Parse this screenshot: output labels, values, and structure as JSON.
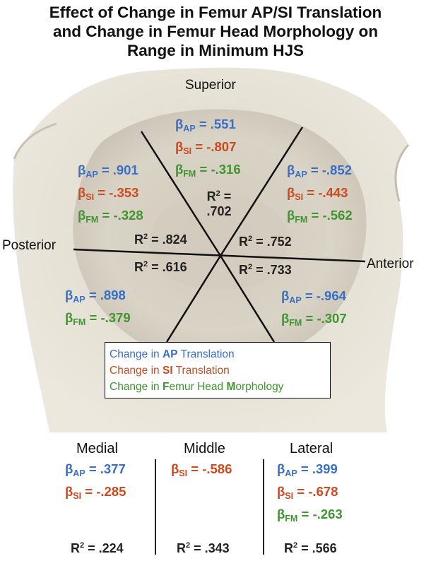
{
  "title": {
    "line1": "Effect of Change in Femur AP/SI Translation",
    "line2": "and Change in Femur Head Morphology on",
    "line3": "Range in Minimum HJS"
  },
  "beta_symbol": "β",
  "sub": {
    "ap": "AP",
    "si": "SI",
    "fm": "FM"
  },
  "r2": {
    "prefix": "R",
    "exp": "2",
    "eq": " = "
  },
  "colors": {
    "ap": "#3a6fc4",
    "si": "#cc4a1e",
    "fm": "#3f9530",
    "bone": "#e2ddd0"
  },
  "directions": {
    "superior": "Superior",
    "posterior": "Posterior",
    "anterior": "Anterior"
  },
  "sectors": {
    "superior": {
      "ap": "= .551",
      "si": "= -.807",
      "fm": "= -.316",
      "r2": ".702"
    },
    "superior_posterior": {
      "ap": "= .901",
      "si": "= -.353",
      "fm": "= -.328",
      "r2": ".824"
    },
    "superior_anterior": {
      "ap": "= -.852",
      "si": "= -.443",
      "fm": "= -.562",
      "r2": ".752"
    },
    "inferior_posterior": {
      "ap": "= .898",
      "fm": "= -.379",
      "r2": ".616"
    },
    "inferior_anterior": {
      "ap": "= -.964",
      "fm": "= -.307",
      "r2": ".733"
    }
  },
  "legend": {
    "ap_pre": "Change in ",
    "ap_bold": "AP",
    "ap_post": " Translation",
    "si_pre": "Change in ",
    "si_bold": "SI",
    "si_post": " Translation",
    "fm_pre": "Change in ",
    "fm_b1": "F",
    "fm_mid": "emur Head ",
    "fm_b2": "M",
    "fm_post": "orphology"
  },
  "columns": {
    "medial": {
      "header": "Medial",
      "ap": "= .377",
      "si": "= -.285",
      "r2": ".224"
    },
    "middle": {
      "header": "Middle",
      "si": "= -.586",
      "r2": ".343"
    },
    "lateral": {
      "header": "Lateral",
      "ap": "= .399",
      "si": "= -.678",
      "fm": "= -.263",
      "r2": ".566"
    }
  }
}
